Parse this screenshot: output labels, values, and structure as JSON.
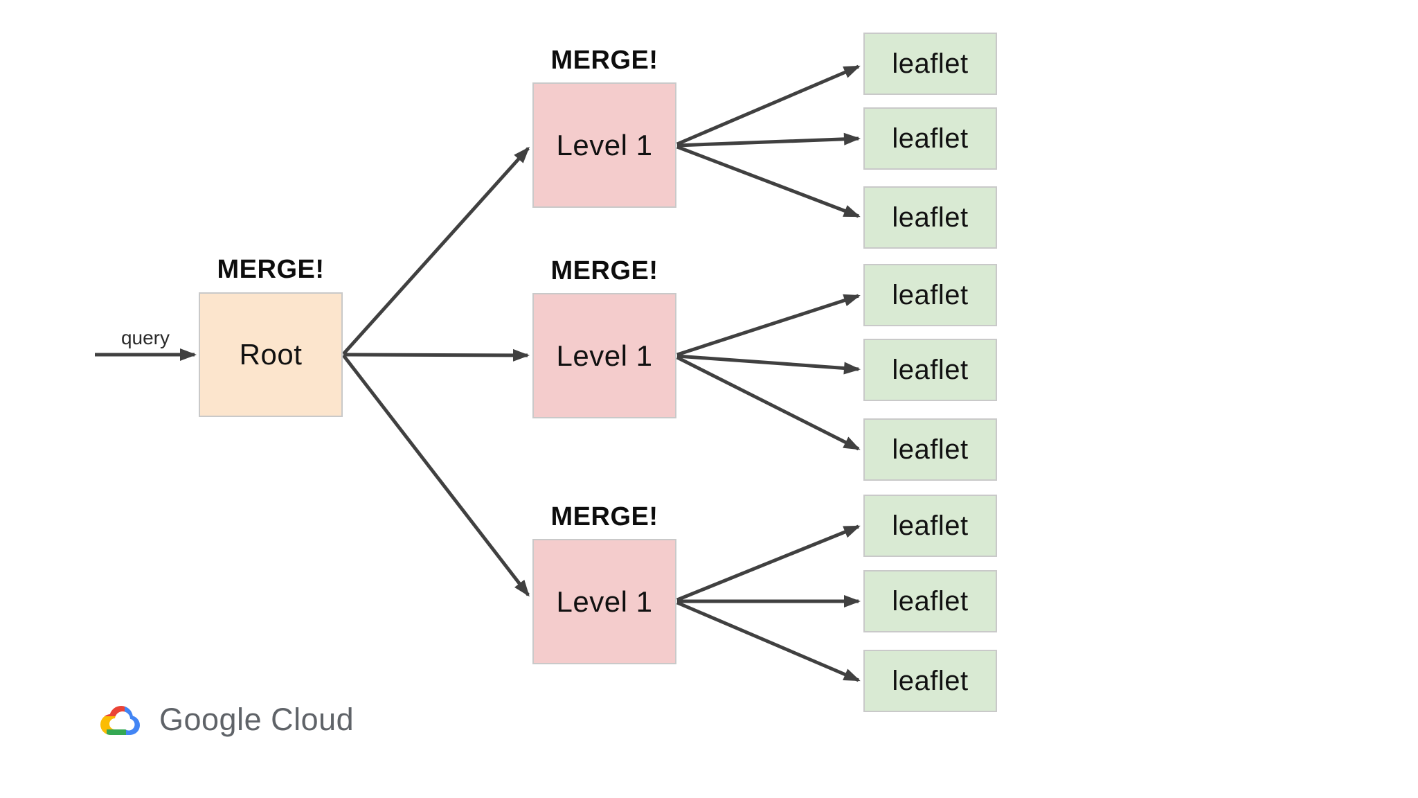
{
  "diagram": {
    "query_label": "query",
    "merge_label": "MERGE!",
    "root": {
      "label": "Root",
      "fill": "#fce5cd"
    },
    "level1": {
      "fill": "#f4cccc",
      "items": [
        {
          "label": "Level 1"
        },
        {
          "label": "Level 1"
        },
        {
          "label": "Level 1"
        }
      ]
    },
    "leaflet": {
      "fill": "#d9ead3",
      "items": [
        {
          "label": "leaflet"
        },
        {
          "label": "leaflet"
        },
        {
          "label": "leaflet"
        },
        {
          "label": "leaflet"
        },
        {
          "label": "leaflet"
        },
        {
          "label": "leaflet"
        },
        {
          "label": "leaflet"
        },
        {
          "label": "leaflet"
        },
        {
          "label": "leaflet"
        }
      ]
    },
    "colors": {
      "arrow": "#404040",
      "node_border": "#c9c9c9",
      "label_text": "#111111"
    }
  },
  "footer": {
    "logo_icon": "google-cloud-logo",
    "brand_text": "Google Cloud",
    "brand_text_color": "#5f6368",
    "logo_colors": {
      "red": "#EA4335",
      "blue": "#4285F4",
      "yellow": "#FBBC04",
      "green": "#34A853"
    }
  }
}
